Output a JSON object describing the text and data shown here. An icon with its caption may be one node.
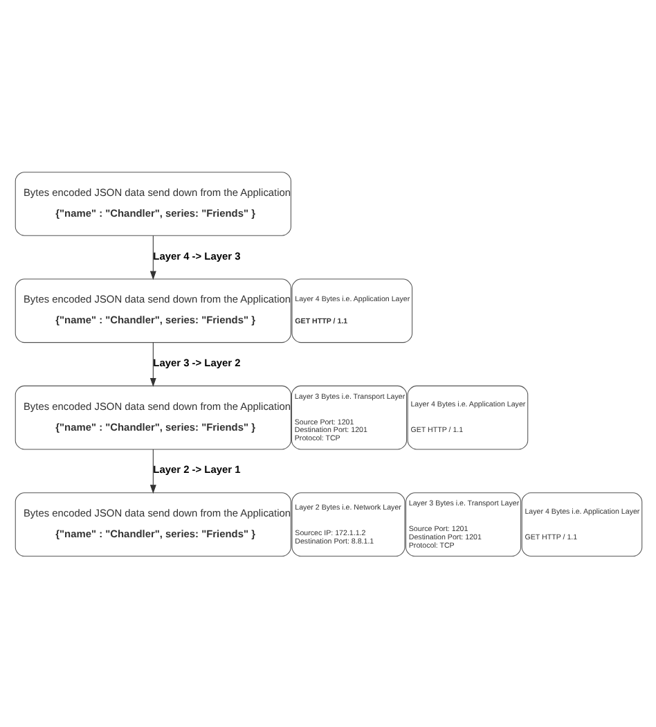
{
  "diagram": {
    "nodes": [
      {
        "text": [
          "Bytes encoded JSON data send down from the Application",
          "{\"name\" : \"Chandler\", series: \"Friends\" }"
        ]
      },
      {
        "text": [
          "Layer 4 Bytes i.e. Application Layer",
          "GET HTTP / 1.1"
        ]
      },
      {
        "text": [
          "Bytes encoded JSON data send down from the Application",
          "{\"name\" : \"Chandler\", series: \"Friends\" }"
        ]
      },
      {
        "text": [
          "Layer 3 Bytes i.e. Transport Layer",
          "Source Port: 1201",
          "Destination Port: 1201",
          "Protocol: TCP"
        ]
      },
      {
        "text": [
          "Layer 4 Bytes i.e. Application Layer",
          "GET HTTP / 1.1"
        ]
      },
      {
        "text": [
          "Bytes encoded JSON data send down from the Application",
          "{\"name\" : \"Chandler\", series: \"Friends\" }"
        ]
      },
      {
        "text": [
          "Layer 2 Bytes i.e. Network Layer",
          "Sourcec IP: 172.1.1.2",
          "Destination Port: 8.8.1.1"
        ]
      },
      {
        "text": [
          "Layer 3 Bytes i.e. Transport Layer",
          "Source Port: 1201",
          "Destination Port: 1201",
          "Protocol: TCP"
        ]
      },
      {
        "text": [
          "Layer 4 Bytes i.e. Application Layer",
          "GET HTTP / 1.1"
        ]
      },
      {
        "text": [
          "Bytes encoded JSON data send down from the Application",
          "{\"name\" : \"Chandler\", series: \"Friends\" }"
        ]
      }
    ],
    "edges": [
      {
        "from": 0,
        "to": 2,
        "arrow": "to",
        "label": "Layer 4 -> Layer 3"
      },
      {
        "from": 2,
        "to": 5,
        "arrow": "to",
        "label": "Layer 3 -> Layer 2"
      },
      {
        "from": 5,
        "to": 9,
        "arrow": "to",
        "label": "Layer 2 -> Layer 1"
      }
    ]
  }
}
